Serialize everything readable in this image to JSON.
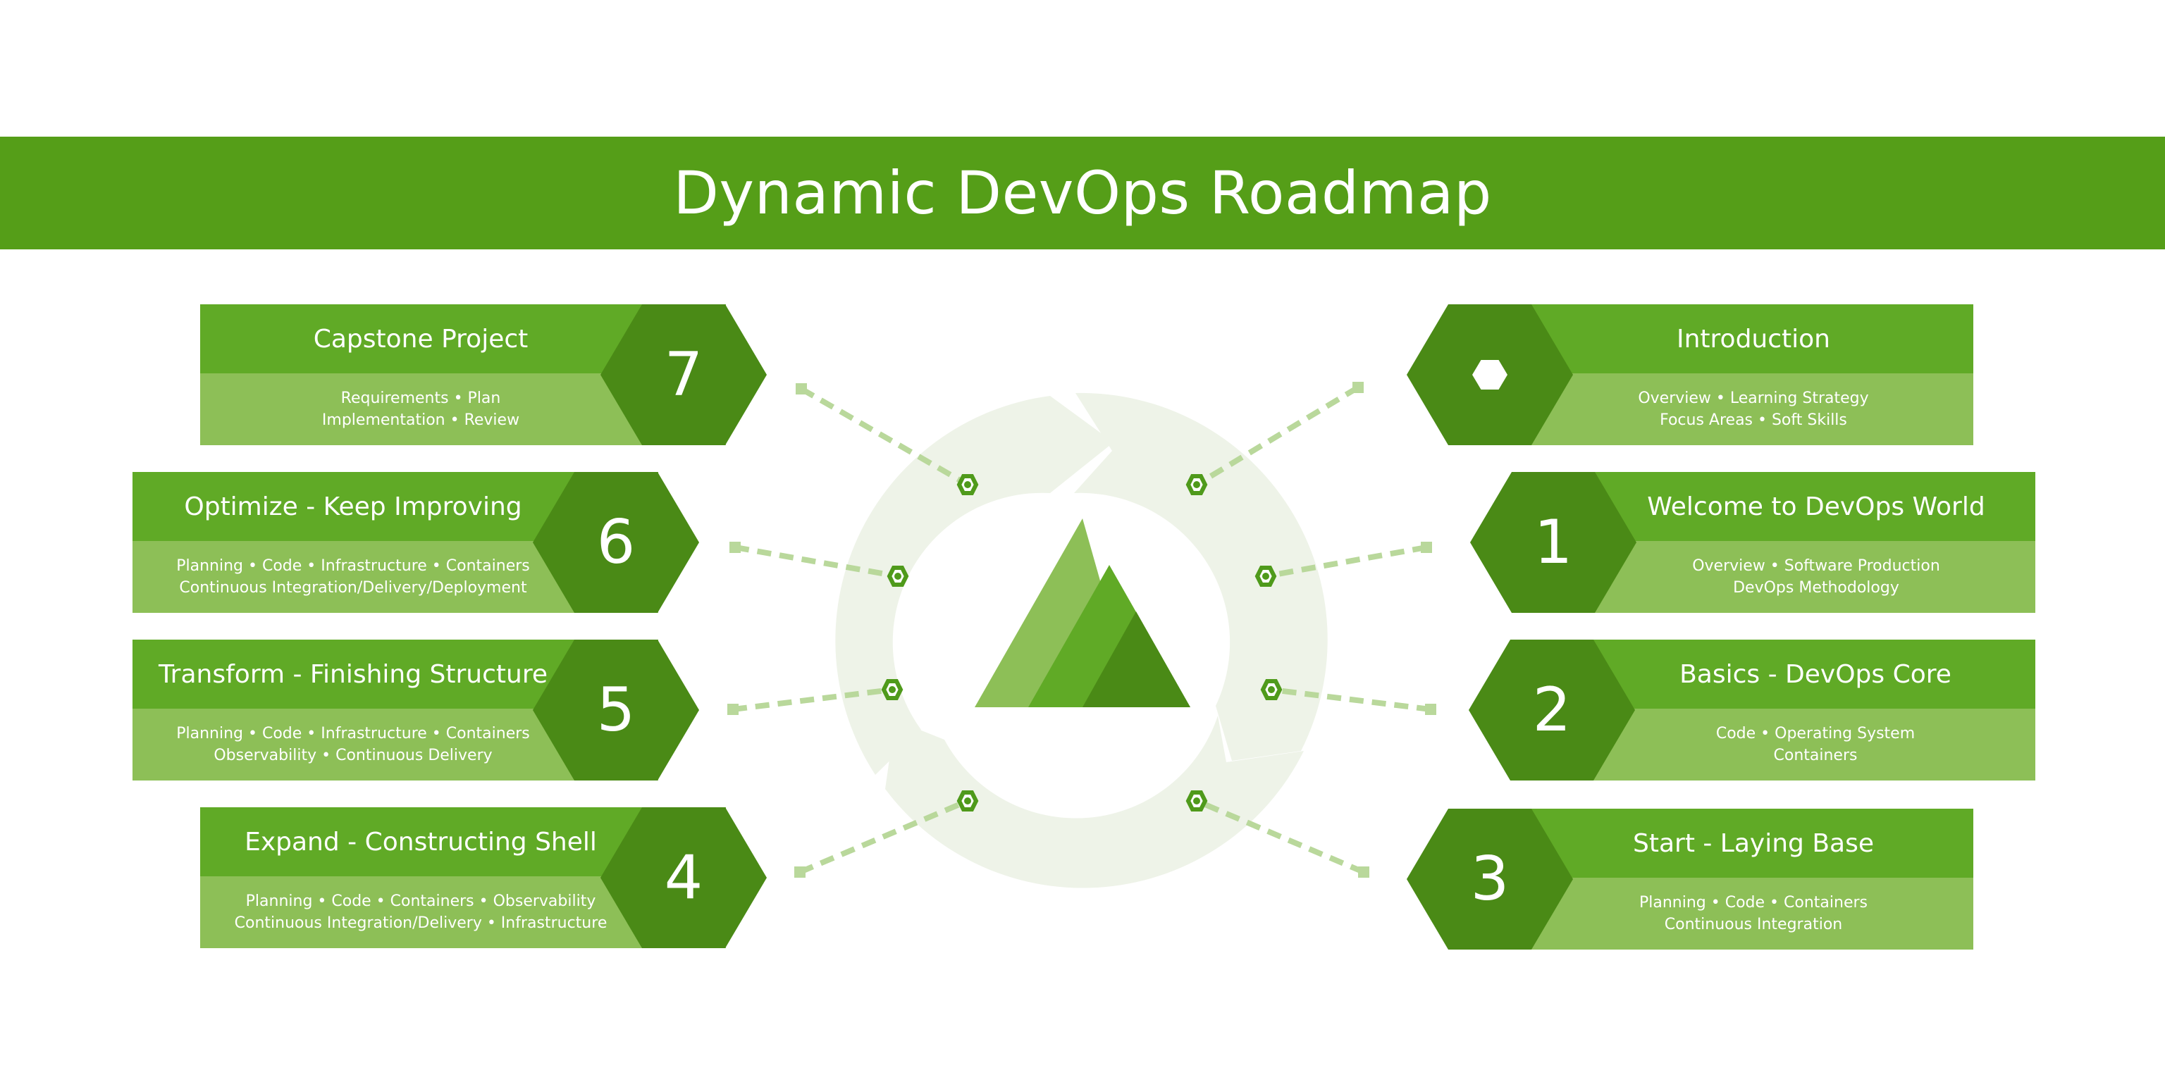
{
  "title": "Dynamic DevOps Roadmap",
  "colors": {
    "banner": "#559e18",
    "card_top": "#60aa26",
    "card_bottom": "#8dbf57",
    "hex": "#4a8a16",
    "connector": "#b9d89b",
    "cycle": "#eef3e8",
    "triangle_light": "#8dbf57",
    "triangle_mid": "#60aa26",
    "triangle_dark": "#4a8a16"
  },
  "stages": {
    "intro": {
      "title": "Introduction",
      "icon": "hexagon-icon",
      "lines": [
        "Overview • Learning Strategy",
        "Focus Areas • Soft Skills"
      ]
    },
    "s1": {
      "number": "1",
      "title": "Welcome to DevOps World",
      "lines": [
        "Overview • Software Production",
        "DevOps Methodology"
      ]
    },
    "s2": {
      "number": "2",
      "title": "Basics - DevOps Core",
      "lines": [
        "Code • Operating System",
        "Containers"
      ]
    },
    "s3": {
      "number": "3",
      "title": "Start - Laying Base",
      "lines": [
        "Planning • Code • Containers",
        "Continuous Integration"
      ]
    },
    "s4": {
      "number": "4",
      "title": "Expand - Constructing Shell",
      "lines": [
        "Planning • Code • Containers • Observability",
        "Continuous Integration/Delivery • Infrastructure"
      ]
    },
    "s5": {
      "number": "5",
      "title": "Transform - Finishing Structure",
      "lines": [
        "Planning • Code • Infrastructure • Containers",
        "Observability • Continuous Delivery"
      ]
    },
    "s6": {
      "number": "6",
      "title": "Optimize - Keep Improving",
      "lines": [
        "Planning • Code • Infrastructure • Containers",
        "Continuous Integration/Delivery/Deployment"
      ]
    },
    "s7": {
      "number": "7",
      "title": "Capstone Project",
      "lines": [
        "Requirements • Plan",
        "Implementation • Review"
      ]
    }
  }
}
